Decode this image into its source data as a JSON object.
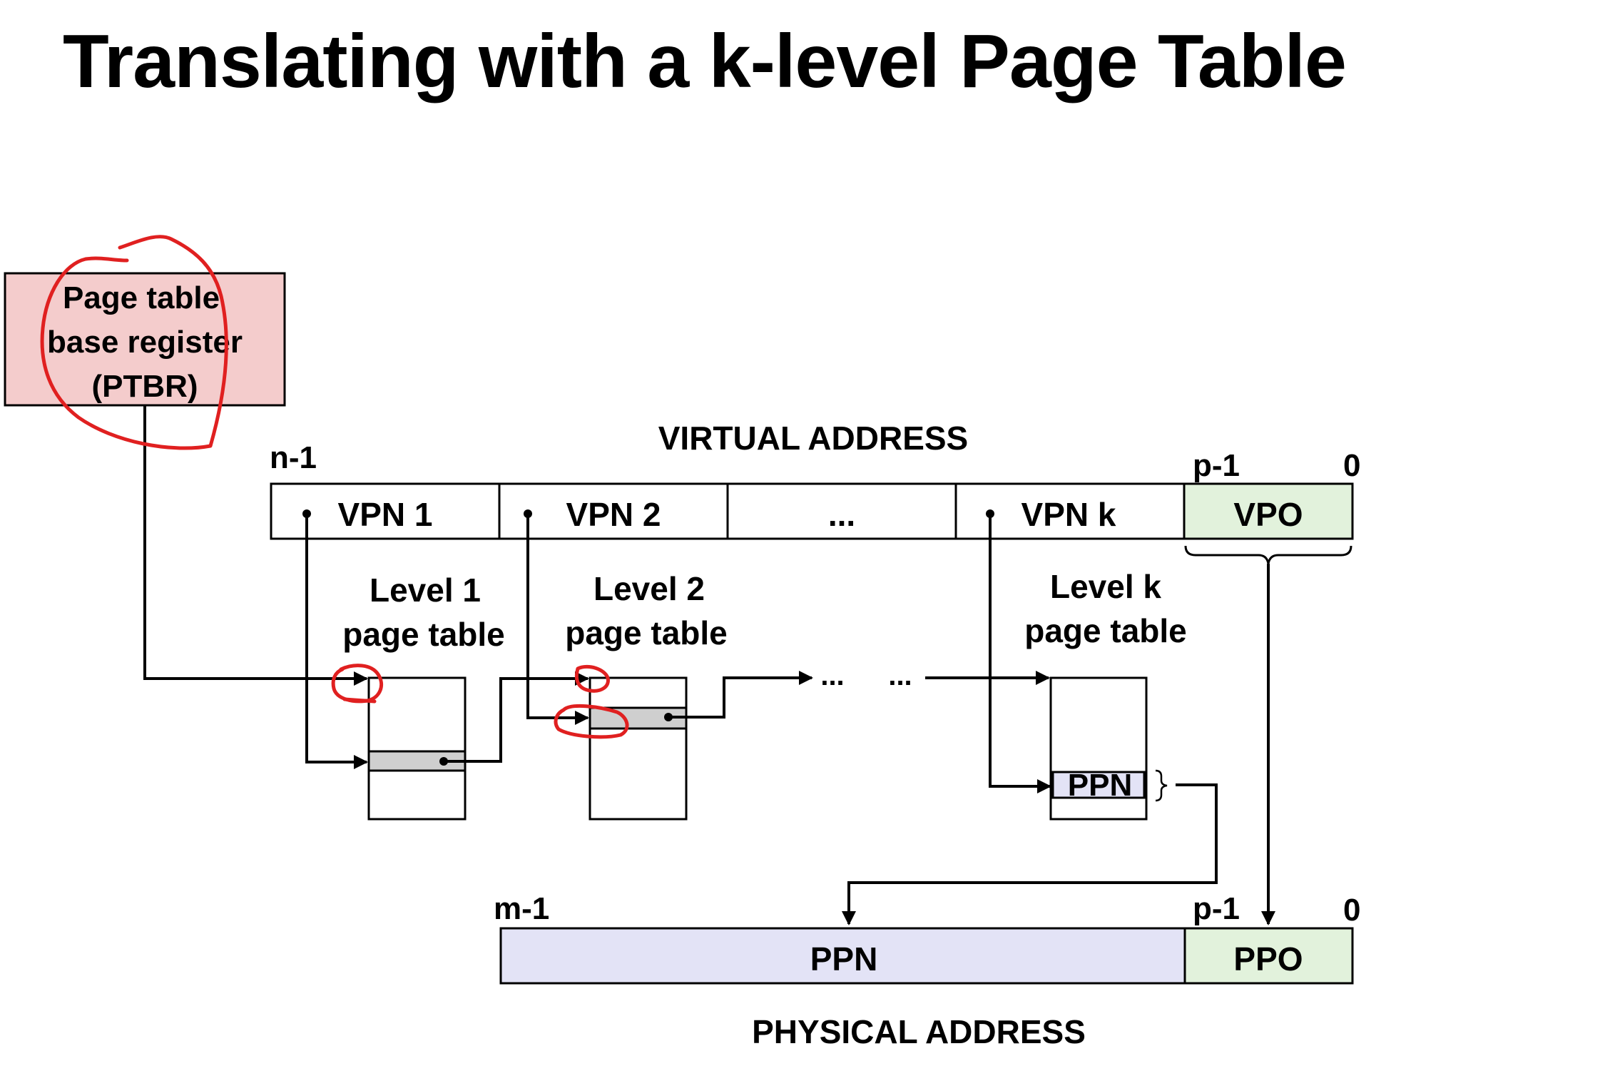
{
  "slide": {
    "title": "Translating with a k-level Page Table"
  },
  "ptbr": {
    "line1": "Page table",
    "line2": "base register",
    "line3": "(PTBR)",
    "fill": "#f4cccc"
  },
  "virtual_address": {
    "caption": "VIRTUAL ADDRESS",
    "high_bit": "n-1",
    "offset_high_bit": "p-1",
    "low_bit": "0",
    "fields": [
      "VPN 1",
      "VPN 2",
      "...",
      "VPN k",
      "VPO"
    ]
  },
  "page_tables": {
    "level1": {
      "line1": "Level 1",
      "line2": "page table"
    },
    "level2": {
      "line1": "Level 2",
      "line2": "page table"
    },
    "levelk": {
      "line1": "Level k",
      "line2": "page table",
      "entry": "PPN"
    },
    "ellipsis_a": "...",
    "ellipsis_b": "..."
  },
  "physical_address": {
    "caption": "PHYSICAL ADDRESS",
    "high_bit": "m-1",
    "offset_high_bit": "p-1",
    "low_bit": "0",
    "ppn": "PPN",
    "ppo": "PPO"
  },
  "colors": {
    "offset_fill": "#e2f2dc",
    "ppn_fill": "#e3e3f6",
    "entry_fill": "#cfcfcf",
    "annotation_red": "#e02020"
  }
}
